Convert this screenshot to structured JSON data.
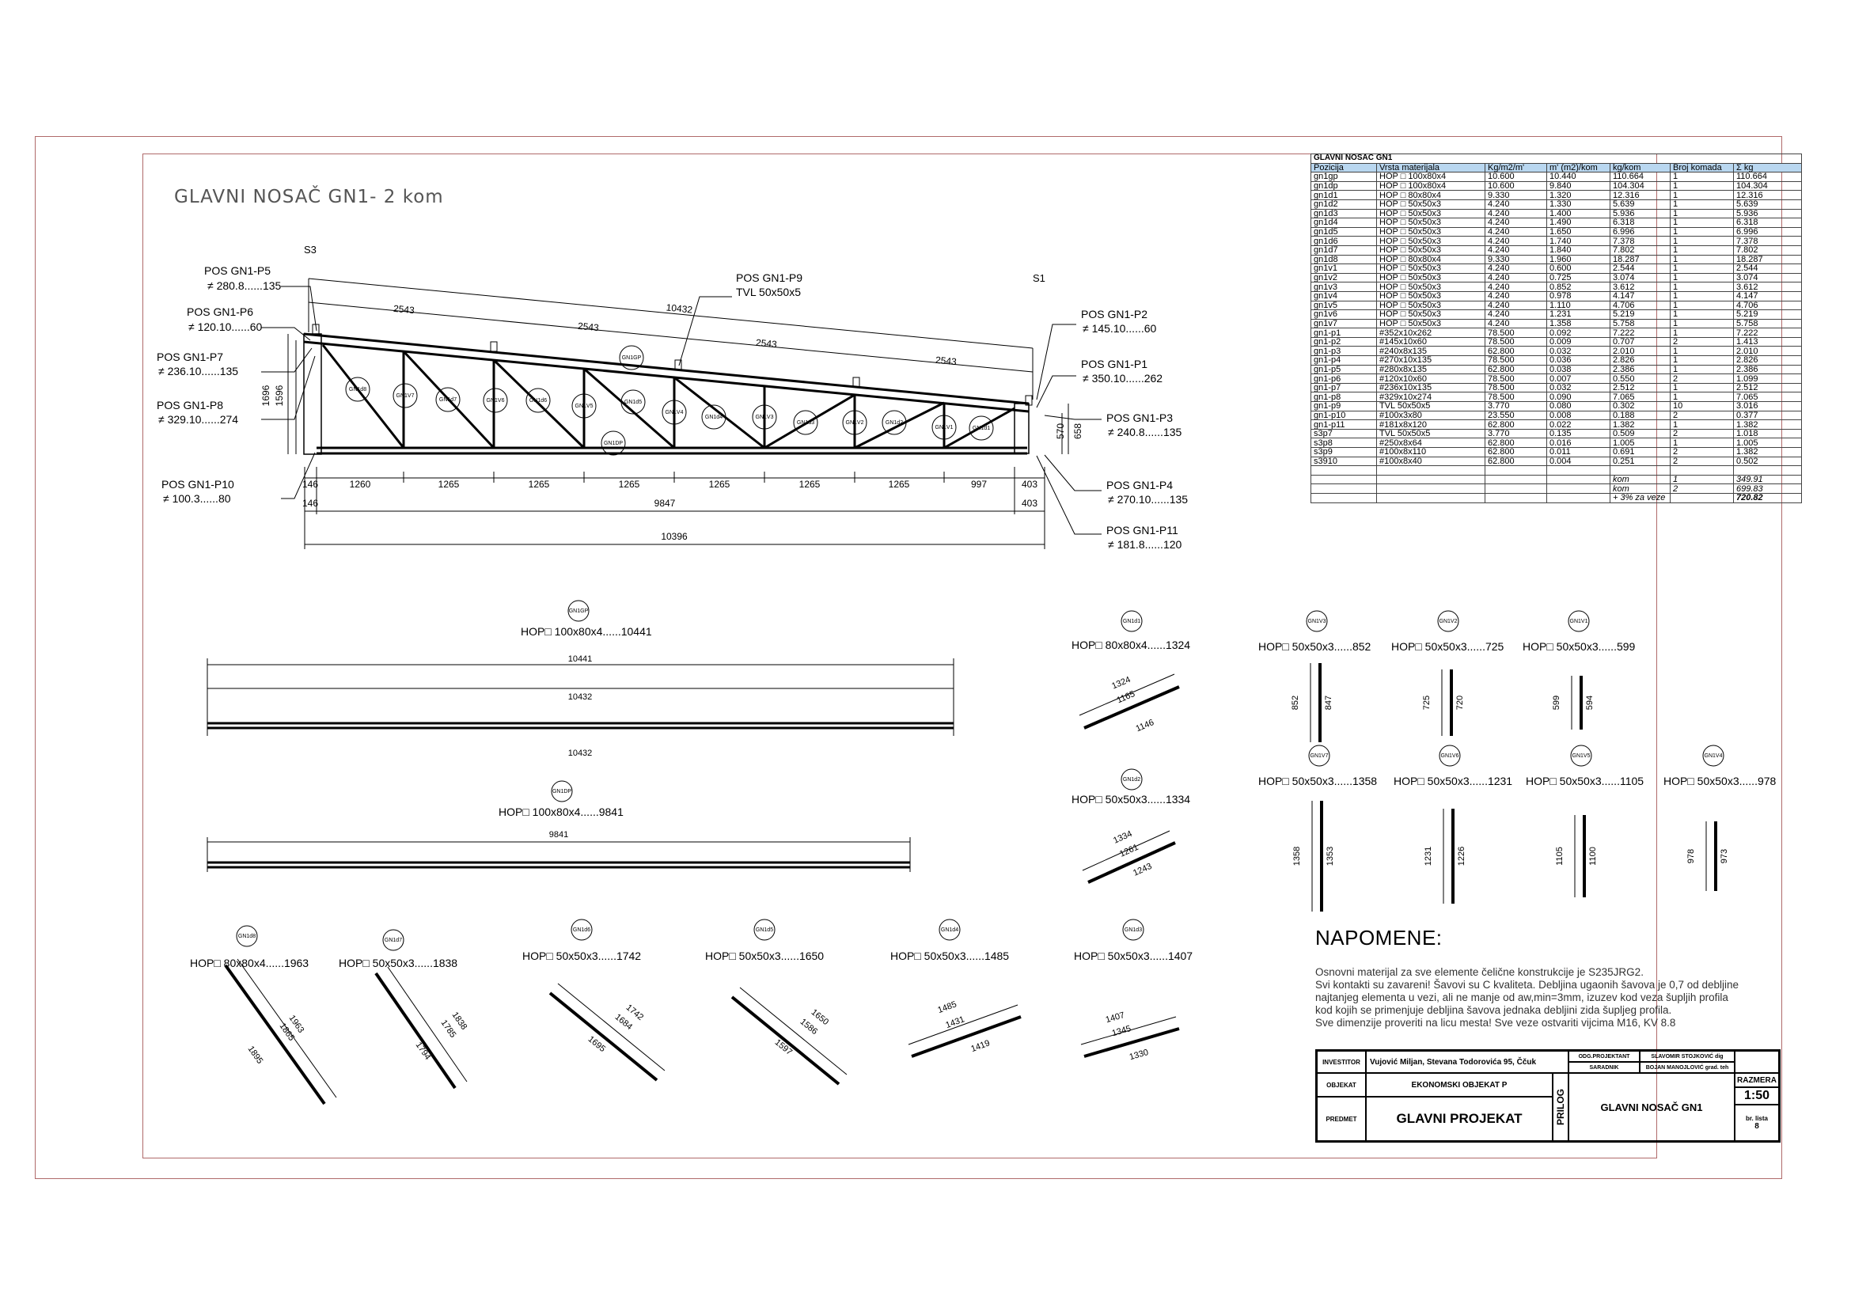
{
  "drawing": {
    "title": "GLAVNI NOSAČ GN1- 2 kom",
    "supports": [
      "S3",
      "S1"
    ],
    "callouts": [
      {
        "pos": "POS GN1-P5",
        "dim": "≠ 280.8......135"
      },
      {
        "pos": "POS GN1-P6",
        "dim": "≠ 120.10......60"
      },
      {
        "pos": "POS GN1-P7",
        "dim": "≠ 236.10......135"
      },
      {
        "pos": "POS GN1-P8",
        "dim": "≠ 329.10......274"
      },
      {
        "pos": "POS GN1-P10",
        "dim": "≠ 100.3......80"
      },
      {
        "pos": "POS GN1-P9",
        "dim": "TVL 50x50x5"
      },
      {
        "pos": "POS GN1-P2",
        "dim": "≠ 145.10......60"
      },
      {
        "pos": "POS GN1-P1",
        "dim": "≠ 350.10......262"
      },
      {
        "pos": "POS GN1-P3",
        "dim": "≠ 240.8......135"
      },
      {
        "pos": "POS GN1-P4",
        "dim": "≠ 270.10......135"
      },
      {
        "pos": "POS GN1-P11",
        "dim": "≠ 181.8......120"
      }
    ],
    "top_dims": [
      "2543",
      "2543",
      "2543",
      "2543",
      "10432"
    ],
    "bottom_dims": [
      "146",
      "1260",
      "1265",
      "1265",
      "1265",
      "1265",
      "1265",
      "1265",
      "997",
      "403"
    ],
    "mid_dims": [
      "146",
      "9847",
      "403"
    ],
    "total_length": "10396",
    "height_dims": [
      "1696",
      "1596",
      "570",
      "658"
    ],
    "member_tags": [
      "GN1d8",
      "GN1V7",
      "GN1d7",
      "GN1V6",
      "GN1d6",
      "GN1V5",
      "GN1d5",
      "GN1V4",
      "GN1d4",
      "GN1V3",
      "GN1d3",
      "GN1V2",
      "GN1d2",
      "GN1V1",
      "GN1d1",
      "GN1GP",
      "GN1DP"
    ]
  },
  "parts": {
    "gp": {
      "tag": "GN1GP",
      "label": "HOP□ 100x80x4......10441",
      "d1": "10441",
      "d2": "10432",
      "d3": "10432"
    },
    "dp": {
      "tag": "GN1DP",
      "label": "HOP□ 100x80x4......9841",
      "d1": "9841"
    },
    "d1": {
      "tag": "GN1d1",
      "label": "HOP□ 80x80x4......1324",
      "a": "1324",
      "b": "1165",
      "c": "1146"
    },
    "d2": {
      "tag": "GN1d2",
      "label": "HOP□ 50x50x3......1334",
      "a": "1334",
      "b": "1261",
      "c": "1243"
    },
    "d8": {
      "tag": "GN1d8",
      "label": "HOP□ 80x80x4......1963",
      "a": "1963",
      "b": "1865",
      "c": "1895"
    },
    "d7": {
      "tag": "GN1d7",
      "label": "HOP□ 50x50x3......1838",
      "a": "1838",
      "b": "1785",
      "c": "1794"
    },
    "d6": {
      "tag": "GN1d6",
      "label": "HOP□ 50x50x3......1742",
      "a": "1742",
      "b": "1684",
      "c": "1695"
    },
    "d5": {
      "tag": "GN1d5",
      "label": "HOP□ 50x50x3......1650",
      "a": "1650",
      "b": "1586",
      "c": "1597"
    },
    "d4": {
      "tag": "GN1d4",
      "label": "HOP□ 50x50x3......1485",
      "a": "1485",
      "b": "1431",
      "c": "1419"
    },
    "d3": {
      "tag": "GN1d3",
      "label": "HOP□ 50x50x3......1407",
      "a": "1407",
      "b": "1345",
      "c": "1330"
    },
    "v3": {
      "tag": "GN1V3",
      "label": "HOP□ 50x50x3......852",
      "a": "852",
      "b": "847"
    },
    "v2": {
      "tag": "GN1V2",
      "label": "HOP□ 50x50x3......725",
      "a": "725",
      "b": "720"
    },
    "v1": {
      "tag": "GN1V1",
      "label": "HOP□ 50x50x3......599",
      "a": "599",
      "b": "594"
    },
    "v7": {
      "tag": "GN1V7",
      "label": "HOP□ 50x50x3......1358",
      "a": "1358",
      "b": "1353"
    },
    "v6": {
      "tag": "GN1V6",
      "label": "HOP□ 50x50x3......1231",
      "a": "1231",
      "b": "1226"
    },
    "v5": {
      "tag": "GN1V5",
      "label": "HOP□ 50x50x3......1105",
      "a": "1105",
      "b": "1100"
    },
    "v4": {
      "tag": "GN1V4",
      "label": "HOP□ 50x50x3......978",
      "a": "978",
      "b": "973"
    }
  },
  "table": {
    "caption": "GLAVNI NOSAČ GN1",
    "headers": [
      "Pozicija",
      "Vrsta materijala",
      "Kg/m2/m'",
      "m' (m2)/kom",
      "kg/kom",
      "Broj komada",
      "Σ kg"
    ],
    "rows": [
      [
        "gn1gp",
        "HOP □ 100x80x4",
        "10.600",
        "10.440",
        "110.664",
        "1",
        "110.664"
      ],
      [
        "gn1dp",
        "HOP □ 100x80x4",
        "10.600",
        "9.840",
        "104.304",
        "1",
        "104.304"
      ],
      [
        "gn1d1",
        "HOP □ 80x80x4",
        "9.330",
        "1.320",
        "12.316",
        "1",
        "12.316"
      ],
      [
        "gn1d2",
        "HOP □ 50x50x3",
        "4.240",
        "1.330",
        "5.639",
        "1",
        "5.639"
      ],
      [
        "gn1d3",
        "HOP □ 50x50x3",
        "4.240",
        "1.400",
        "5.936",
        "1",
        "5.936"
      ],
      [
        "gn1d4",
        "HOP □ 50x50x3",
        "4.240",
        "1.490",
        "6.318",
        "1",
        "6.318"
      ],
      [
        "gn1d5",
        "HOP □ 50x50x3",
        "4.240",
        "1.650",
        "6.996",
        "1",
        "6.996"
      ],
      [
        "gn1d6",
        "HOP □ 50x50x3",
        "4.240",
        "1.740",
        "7.378",
        "1",
        "7.378"
      ],
      [
        "gn1d7",
        "HOP □ 50x50x3",
        "4.240",
        "1.840",
        "7.802",
        "1",
        "7.802"
      ],
      [
        "gn1d8",
        "HOP □ 80x80x4",
        "9.330",
        "1.960",
        "18.287",
        "1",
        "18.287"
      ],
      [
        "gn1v1",
        "HOP □ 50x50x3",
        "4.240",
        "0.600",
        "2.544",
        "1",
        "2.544"
      ],
      [
        "gn1v2",
        "HOP □ 50x50x3",
        "4.240",
        "0.725",
        "3.074",
        "1",
        "3.074"
      ],
      [
        "gn1v3",
        "HOP □ 50x50x3",
        "4.240",
        "0.852",
        "3.612",
        "1",
        "3.612"
      ],
      [
        "gn1v4",
        "HOP □ 50x50x3",
        "4.240",
        "0.978",
        "4.147",
        "1",
        "4.147"
      ],
      [
        "gn1v5",
        "HOP □ 50x50x3",
        "4.240",
        "1.110",
        "4.706",
        "1",
        "4.706"
      ],
      [
        "gn1v6",
        "HOP □ 50x50x3",
        "4.240",
        "1.231",
        "5.219",
        "1",
        "5.219"
      ],
      [
        "gn1v7",
        "HOP □ 50x50x3",
        "4.240",
        "1.358",
        "5.758",
        "1",
        "5.758"
      ],
      [
        "gn1-p1",
        "#352x10x262",
        "78.500",
        "0.092",
        "7.222",
        "1",
        "7.222"
      ],
      [
        "gn1-p2",
        "#145x10x60",
        "78.500",
        "0.009",
        "0.707",
        "2",
        "1.413"
      ],
      [
        "gn1-p3",
        "#240x8x135",
        "62.800",
        "0.032",
        "2.010",
        "1",
        "2.010"
      ],
      [
        "gn1-p4",
        "#270x10x135",
        "78.500",
        "0.036",
        "2.826",
        "1",
        "2.826"
      ],
      [
        "gn1-p5",
        "#280x8x135",
        "62.800",
        "0.038",
        "2.386",
        "1",
        "2.386"
      ],
      [
        "gn1-p6",
        "#120x10x60",
        "78.500",
        "0.007",
        "0.550",
        "2",
        "1.099"
      ],
      [
        "gn1-p7",
        "#236x10x135",
        "78.500",
        "0.032",
        "2.512",
        "1",
        "2.512"
      ],
      [
        "gn1-p8",
        "#329x10x274",
        "78.500",
        "0.090",
        "7.065",
        "1",
        "7.065"
      ],
      [
        "gn1-p9",
        "TVL 50x50x5",
        "3.770",
        "0.080",
        "0.302",
        "10",
        "3.016"
      ],
      [
        "gn1-p10",
        "#100x3x80",
        "23.550",
        "0.008",
        "0.188",
        "2",
        "0.377"
      ],
      [
        "gn1-p11",
        "#181x8x120",
        "62.800",
        "0.022",
        "1.382",
        "1",
        "1.382"
      ],
      [
        "s3p7",
        "TVL 50x50x5",
        "3.770",
        "0.135",
        "0.509",
        "2",
        "1.018"
      ],
      [
        "s3p8",
        "#250x8x64",
        "62.800",
        "0.016",
        "1.005",
        "1",
        "1.005"
      ],
      [
        "s3p9",
        "#100x8x110",
        "62.800",
        "0.011",
        "0.691",
        "2",
        "1.382"
      ],
      [
        "s3910",
        "#100x8x40",
        "62.800",
        "0.004",
        "0.251",
        "2",
        "0.502"
      ]
    ],
    "summary": [
      {
        "label": "kom",
        "count": "1",
        "value": "349.91"
      },
      {
        "label": "kom",
        "count": "2",
        "value": "699.83"
      },
      {
        "label": "+ 3% za veze",
        "count": "",
        "value": "720.82"
      }
    ]
  },
  "notes": {
    "title": "NAPOMENE:",
    "lines": [
      "Osnovni materijal za sve elemente čelične konstrukcije je S235JRG2.",
      "Svi kontakti su zavareni! Šavovi su  C kvaliteta. Debljina ugaonih šavova je 0,7 od debljine",
      "najtanjeg elementa u vezi, ali ne manje od aw,min=3mm, izuzev kod veza šupljih profila",
      "kod kojih se primenjuje debljina šavova jednaka debljini zida šupljeg profila.",
      "Sve dimenzije proveriti na licu mesta! Sve veze ostvariti vijcima M16, KV 8.8"
    ]
  },
  "title_block": {
    "investor_label": "INVESTITOR",
    "investor": "Vujović Miljan, Stevana Todorovića 95, Ččuk",
    "objekat_label": "OBJEKAT",
    "objekat": "EKONOMSKI OBJEKAT  P",
    "predmet_label": "PREDMET",
    "predmet": "GLAVNI PROJEKAT",
    "odg_label": "ODG.PROJEKTANT",
    "odg": "SLAVOMIR STOJKOVIĆ dig",
    "saradnik_label": "SARADNIK",
    "saradnik": "BOJAN MANOJLOVIĆ grad. teh",
    "prilog": "PRILOG",
    "sheet_title": "GLAVNI NOSAČ GN1",
    "razmera_label": "RAZMERA",
    "razmera": "1:50",
    "list_label": "br. lista",
    "list_no": "8"
  }
}
